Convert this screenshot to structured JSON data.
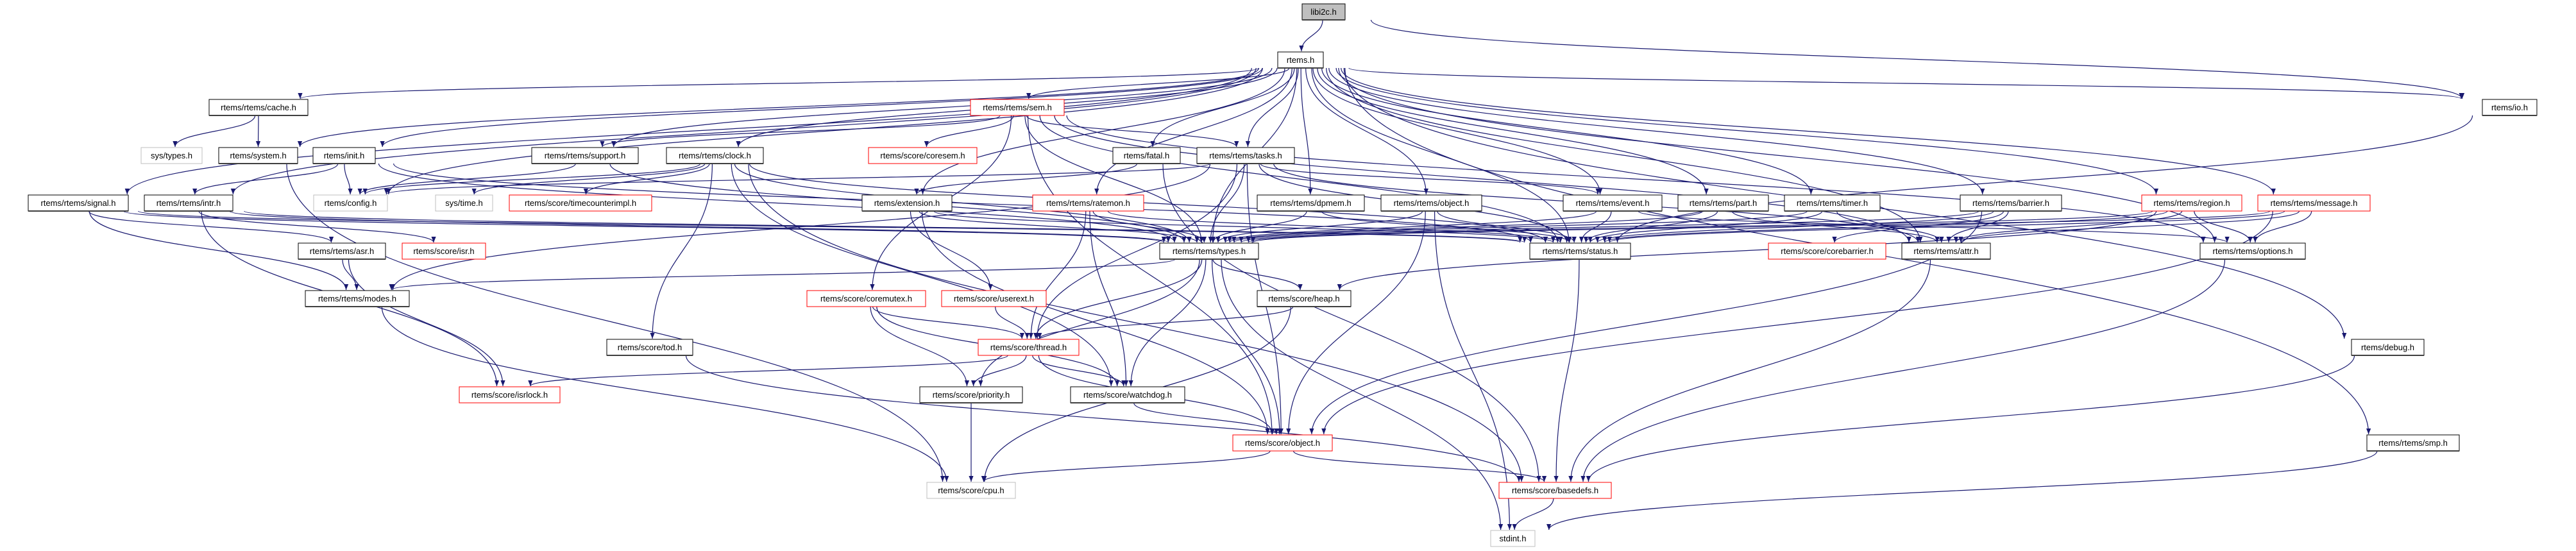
{
  "colors": {
    "edge": "#191970",
    "node_border": "#000000",
    "node_shadow": "#404040",
    "node_incomplete_border": "#ff0000",
    "node_external_border": "#bfbfbf",
    "root_fill": "#bfbfbf",
    "node_fill": "#ffffff"
  },
  "nodes": [
    {
      "id": "libi2c",
      "label": "libi2c.h",
      "style": "root"
    },
    {
      "id": "rtems",
      "label": "rtems.h",
      "style": "normal"
    },
    {
      "id": "cache",
      "label": "rtems/rtems/cache.h",
      "style": "normal"
    },
    {
      "id": "sem",
      "label": "rtems/rtems/sem.h",
      "style": "red"
    },
    {
      "id": "io",
      "label": "rtems/io.h",
      "style": "normal"
    },
    {
      "id": "systypes",
      "label": "sys/types.h",
      "style": "gray"
    },
    {
      "id": "system",
      "label": "rtems/system.h",
      "style": "normal"
    },
    {
      "id": "init",
      "label": "rtems/init.h",
      "style": "normal"
    },
    {
      "id": "support",
      "label": "rtems/rtems/support.h",
      "style": "normal"
    },
    {
      "id": "clock",
      "label": "rtems/rtems/clock.h",
      "style": "normal"
    },
    {
      "id": "coresem",
      "label": "rtems/score/coresem.h",
      "style": "red"
    },
    {
      "id": "fatal",
      "label": "rtems/fatal.h",
      "style": "normal"
    },
    {
      "id": "tasks",
      "label": "rtems/rtems/tasks.h",
      "style": "normal"
    },
    {
      "id": "signal",
      "label": "rtems/rtems/signal.h",
      "style": "normal"
    },
    {
      "id": "intr",
      "label": "rtems/rtems/intr.h",
      "style": "normal"
    },
    {
      "id": "config",
      "label": "rtems/config.h",
      "style": "gray"
    },
    {
      "id": "systime",
      "label": "sys/time.h",
      "style": "gray"
    },
    {
      "id": "tci",
      "label": "rtems/score/timecounterimpl.h",
      "style": "red"
    },
    {
      "id": "extension",
      "label": "rtems/extension.h",
      "style": "normal"
    },
    {
      "id": "ratemon",
      "label": "rtems/rtems/ratemon.h",
      "style": "red"
    },
    {
      "id": "dpmem",
      "label": "rtems/rtems/dpmem.h",
      "style": "normal"
    },
    {
      "id": "robject",
      "label": "rtems/rtems/object.h",
      "style": "normal"
    },
    {
      "id": "event",
      "label": "rtems/rtems/event.h",
      "style": "normal"
    },
    {
      "id": "part",
      "label": "rtems/rtems/part.h",
      "style": "normal"
    },
    {
      "id": "timer",
      "label": "rtems/rtems/timer.h",
      "style": "normal"
    },
    {
      "id": "barrier",
      "label": "rtems/rtems/barrier.h",
      "style": "normal"
    },
    {
      "id": "region",
      "label": "rtems/rtems/region.h",
      "style": "red"
    },
    {
      "id": "message",
      "label": "rtems/rtems/message.h",
      "style": "red"
    },
    {
      "id": "asr",
      "label": "rtems/rtems/asr.h",
      "style": "normal"
    },
    {
      "id": "isr",
      "label": "rtems/score/isr.h",
      "style": "red"
    },
    {
      "id": "types",
      "label": "rtems/rtems/types.h",
      "style": "normal"
    },
    {
      "id": "status",
      "label": "rtems/rtems/status.h",
      "style": "normal"
    },
    {
      "id": "corebarrier",
      "label": "rtems/score/corebarrier.h",
      "style": "red"
    },
    {
      "id": "attr",
      "label": "rtems/rtems/attr.h",
      "style": "normal"
    },
    {
      "id": "options",
      "label": "rtems/rtems/options.h",
      "style": "normal"
    },
    {
      "id": "modes",
      "label": "rtems/rtems/modes.h",
      "style": "normal"
    },
    {
      "id": "coremutex",
      "label": "rtems/score/coremutex.h",
      "style": "red"
    },
    {
      "id": "userext",
      "label": "rtems/score/userext.h",
      "style": "red"
    },
    {
      "id": "heap",
      "label": "rtems/score/heap.h",
      "style": "normal"
    },
    {
      "id": "tod",
      "label": "rtems/score/tod.h",
      "style": "normal"
    },
    {
      "id": "thread",
      "label": "rtems/score/thread.h",
      "style": "red"
    },
    {
      "id": "debug",
      "label": "rtems/debug.h",
      "style": "normal"
    },
    {
      "id": "isrlock",
      "label": "rtems/score/isrlock.h",
      "style": "red"
    },
    {
      "id": "priority",
      "label": "rtems/score/priority.h",
      "style": "normal"
    },
    {
      "id": "watchdog",
      "label": "rtems/score/watchdog.h",
      "style": "normal"
    },
    {
      "id": "sobject",
      "label": "rtems/score/object.h",
      "style": "red"
    },
    {
      "id": "smp",
      "label": "rtems/rtems/smp.h",
      "style": "normal"
    },
    {
      "id": "cpu",
      "label": "rtems/score/cpu.h",
      "style": "gray"
    },
    {
      "id": "basedefs",
      "label": "rtems/score/basedefs.h",
      "style": "red"
    },
    {
      "id": "stdint",
      "label": "stdint.h",
      "style": "gray"
    }
  ],
  "edges": [
    [
      "libi2c",
      "rtems"
    ],
    [
      "libi2c",
      "io"
    ],
    [
      "rtems",
      "cache"
    ],
    [
      "rtems",
      "system"
    ],
    [
      "rtems",
      "init"
    ],
    [
      "rtems",
      "signal"
    ],
    [
      "rtems",
      "intr"
    ],
    [
      "rtems",
      "support"
    ],
    [
      "rtems",
      "clock"
    ],
    [
      "rtems",
      "config"
    ],
    [
      "rtems",
      "sem"
    ],
    [
      "rtems",
      "fatal"
    ],
    [
      "rtems",
      "tasks"
    ],
    [
      "rtems",
      "extension"
    ],
    [
      "rtems",
      "ratemon"
    ],
    [
      "rtems",
      "dpmem"
    ],
    [
      "rtems",
      "robject"
    ],
    [
      "rtems",
      "event"
    ],
    [
      "rtems",
      "part"
    ],
    [
      "rtems",
      "timer"
    ],
    [
      "rtems",
      "barrier"
    ],
    [
      "rtems",
      "region"
    ],
    [
      "rtems",
      "message"
    ],
    [
      "rtems",
      "types"
    ],
    [
      "rtems",
      "status"
    ],
    [
      "rtems",
      "io"
    ],
    [
      "rtems",
      "debug"
    ],
    [
      "rtems",
      "smp"
    ],
    [
      "rtems",
      "options"
    ],
    [
      "rtems",
      "attr"
    ],
    [
      "cache",
      "systypes"
    ],
    [
      "cache",
      "system"
    ],
    [
      "system",
      "cpu"
    ],
    [
      "init",
      "config"
    ],
    [
      "init",
      "intr"
    ],
    [
      "init",
      "types"
    ],
    [
      "init",
      "status"
    ],
    [
      "signal",
      "asr"
    ],
    [
      "signal",
      "modes"
    ],
    [
      "signal",
      "types"
    ],
    [
      "signal",
      "status"
    ],
    [
      "intr",
      "isr"
    ],
    [
      "intr",
      "isrlock"
    ],
    [
      "intr",
      "types"
    ],
    [
      "intr",
      "status"
    ],
    [
      "asr",
      "modes"
    ],
    [
      "asr",
      "isrlock"
    ],
    [
      "modes",
      "cpu"
    ],
    [
      "support",
      "config"
    ],
    [
      "support",
      "types"
    ],
    [
      "clock",
      "config"
    ],
    [
      "clock",
      "systime"
    ],
    [
      "clock",
      "tci"
    ],
    [
      "clock",
      "tod"
    ],
    [
      "clock",
      "types"
    ],
    [
      "clock",
      "status"
    ],
    [
      "clock",
      "watchdog"
    ],
    [
      "clock",
      "basedefs"
    ],
    [
      "tod",
      "basedefs"
    ],
    [
      "sem",
      "coresem"
    ],
    [
      "sem",
      "tasks"
    ],
    [
      "sem",
      "support"
    ],
    [
      "sem",
      "attr"
    ],
    [
      "sem",
      "options"
    ],
    [
      "sem",
      "coremutex"
    ],
    [
      "sem",
      "sobject"
    ],
    [
      "sem",
      "types"
    ],
    [
      "sem",
      "status"
    ],
    [
      "fatal",
      "extension"
    ],
    [
      "fatal",
      "basedefs"
    ],
    [
      "tasks",
      "types"
    ],
    [
      "tasks",
      "status"
    ],
    [
      "tasks",
      "event"
    ],
    [
      "tasks",
      "modes"
    ],
    [
      "tasks",
      "attr"
    ],
    [
      "tasks",
      "thread"
    ],
    [
      "tasks",
      "sobject"
    ],
    [
      "tasks",
      "config"
    ],
    [
      "extension",
      "types"
    ],
    [
      "extension",
      "status"
    ],
    [
      "extension",
      "userext"
    ],
    [
      "extension",
      "sobject"
    ],
    [
      "ratemon",
      "types"
    ],
    [
      "ratemon",
      "status"
    ],
    [
      "ratemon",
      "thread"
    ],
    [
      "ratemon",
      "watchdog"
    ],
    [
      "dpmem",
      "types"
    ],
    [
      "dpmem",
      "status"
    ],
    [
      "robject",
      "types"
    ],
    [
      "robject",
      "status"
    ],
    [
      "robject",
      "sobject"
    ],
    [
      "robject",
      "stdint"
    ],
    [
      "event",
      "types"
    ],
    [
      "event",
      "status"
    ],
    [
      "event",
      "options"
    ],
    [
      "part",
      "types"
    ],
    [
      "part",
      "status"
    ],
    [
      "part",
      "attr"
    ],
    [
      "timer",
      "types"
    ],
    [
      "timer",
      "status"
    ],
    [
      "timer",
      "attr"
    ],
    [
      "barrier",
      "types"
    ],
    [
      "barrier",
      "status"
    ],
    [
      "barrier",
      "attr"
    ],
    [
      "barrier",
      "corebarrier"
    ],
    [
      "barrier",
      "sobject"
    ],
    [
      "region",
      "types"
    ],
    [
      "region",
      "status"
    ],
    [
      "region",
      "attr"
    ],
    [
      "region",
      "options"
    ],
    [
      "region",
      "heap"
    ],
    [
      "message",
      "types"
    ],
    [
      "message",
      "status"
    ],
    [
      "message",
      "attr"
    ],
    [
      "message",
      "options"
    ],
    [
      "message",
      "sobject"
    ],
    [
      "io",
      "status"
    ],
    [
      "types",
      "modes"
    ],
    [
      "types",
      "heap"
    ],
    [
      "types",
      "thread"
    ],
    [
      "types",
      "priority"
    ],
    [
      "types",
      "watchdog"
    ],
    [
      "types",
      "sobject"
    ],
    [
      "types",
      "stdint"
    ],
    [
      "status",
      "basedefs"
    ],
    [
      "attr",
      "basedefs"
    ],
    [
      "options",
      "basedefs"
    ],
    [
      "coremutex",
      "thread"
    ],
    [
      "coremutex",
      "priority"
    ],
    [
      "coremutex",
      "watchdog"
    ],
    [
      "userext",
      "thread"
    ],
    [
      "heap",
      "thread"
    ],
    [
      "heap",
      "cpu"
    ],
    [
      "thread",
      "isrlock"
    ],
    [
      "thread",
      "priority"
    ],
    [
      "thread",
      "watchdog"
    ],
    [
      "thread",
      "sobject"
    ],
    [
      "priority",
      "cpu"
    ],
    [
      "watchdog",
      "sobject"
    ],
    [
      "sobject",
      "cpu"
    ],
    [
      "sobject",
      "basedefs"
    ],
    [
      "basedefs",
      "stdint"
    ],
    [
      "debug",
      "basedefs"
    ],
    [
      "smp",
      "stdint"
    ]
  ]
}
